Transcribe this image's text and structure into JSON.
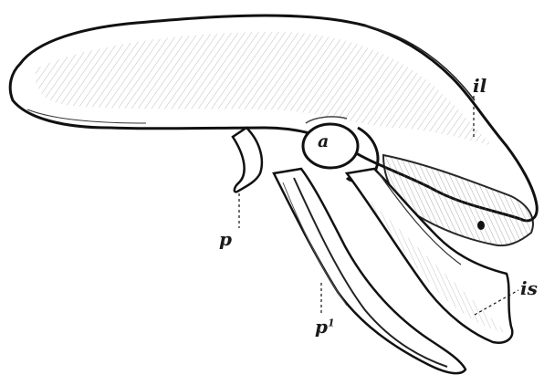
{
  "figure": {
    "description_labels": {
      "acetabulum": "a",
      "ilium": "il",
      "pubis": "p",
      "pectineal_process": "p",
      "pectineal_process_sup": "1",
      "ischium": "is"
    }
  }
}
